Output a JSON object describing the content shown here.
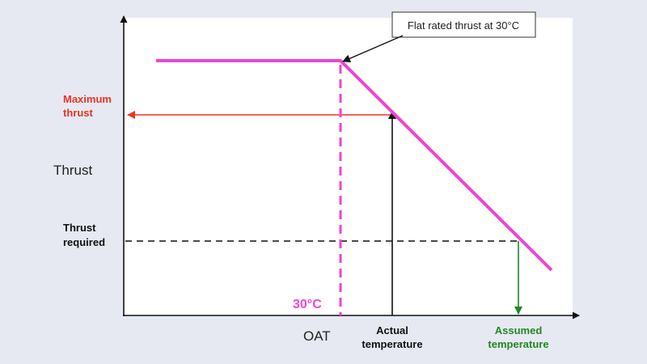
{
  "callout": {
    "text": "Flat rated thrust at 30°C"
  },
  "labels": {
    "y_axis": "Thrust",
    "x_axis": "OAT",
    "max_thrust": [
      "Maximum",
      "thrust"
    ],
    "thrust_required": [
      "Thrust",
      "required"
    ],
    "flat_temp": "30°C",
    "actual_temp": [
      "Actual",
      "temperature"
    ],
    "assumed_temp": [
      "Assumed",
      "temperature"
    ]
  },
  "colors": {
    "background": "#e6e9f2",
    "plot_area": "#ffffff",
    "thrust_line": "#ee44d4",
    "max_thrust": "#ee3322",
    "assumed": "#228822",
    "axis": "#111111"
  }
}
